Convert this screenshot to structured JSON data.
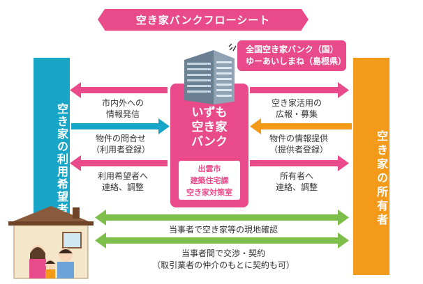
{
  "title": "空き家バンクフローシート",
  "user_column": "空き家の利用希望者",
  "owner_column": "空き家の所有者",
  "center": {
    "title": "いずも\n空き家\nバンク",
    "department": "出雲市\n建築住宅課\n空き家対策室"
  },
  "national_bank": "全国空き家バンク（国）\nゆーあいしまね（島根県）",
  "left_arrows": [
    {
      "label": "市内外への\n情報発信",
      "direction": "to-user"
    },
    {
      "label": "物件の問合せ\n（利用者登録）",
      "direction": "to-center"
    },
    {
      "label": "利用希望者へ\n連絡、調整",
      "direction": "to-user"
    }
  ],
  "right_arrows": [
    {
      "label": "空き家活用の\n広報・募集",
      "direction": "to-owner"
    },
    {
      "label": "物件の情報提供\n（提供者登録）",
      "direction": "to-center"
    },
    {
      "label": "所有者へ\n連絡、調整",
      "direction": "to-owner"
    }
  ],
  "bottom_arrows": [
    {
      "label": "当事者で空き家等の現地確認",
      "note": ""
    },
    {
      "label": "当事者間で交渉・契約",
      "note": "（取引業者の仲介のもとに契約も可）"
    }
  ],
  "colors": {
    "pink": "#e94a8a",
    "blue": "#18a6c8",
    "orange": "#f39a1b",
    "green": "#7dbf4a"
  },
  "icons": {
    "building": "office-building-icon",
    "house": "house-with-family-icon"
  }
}
